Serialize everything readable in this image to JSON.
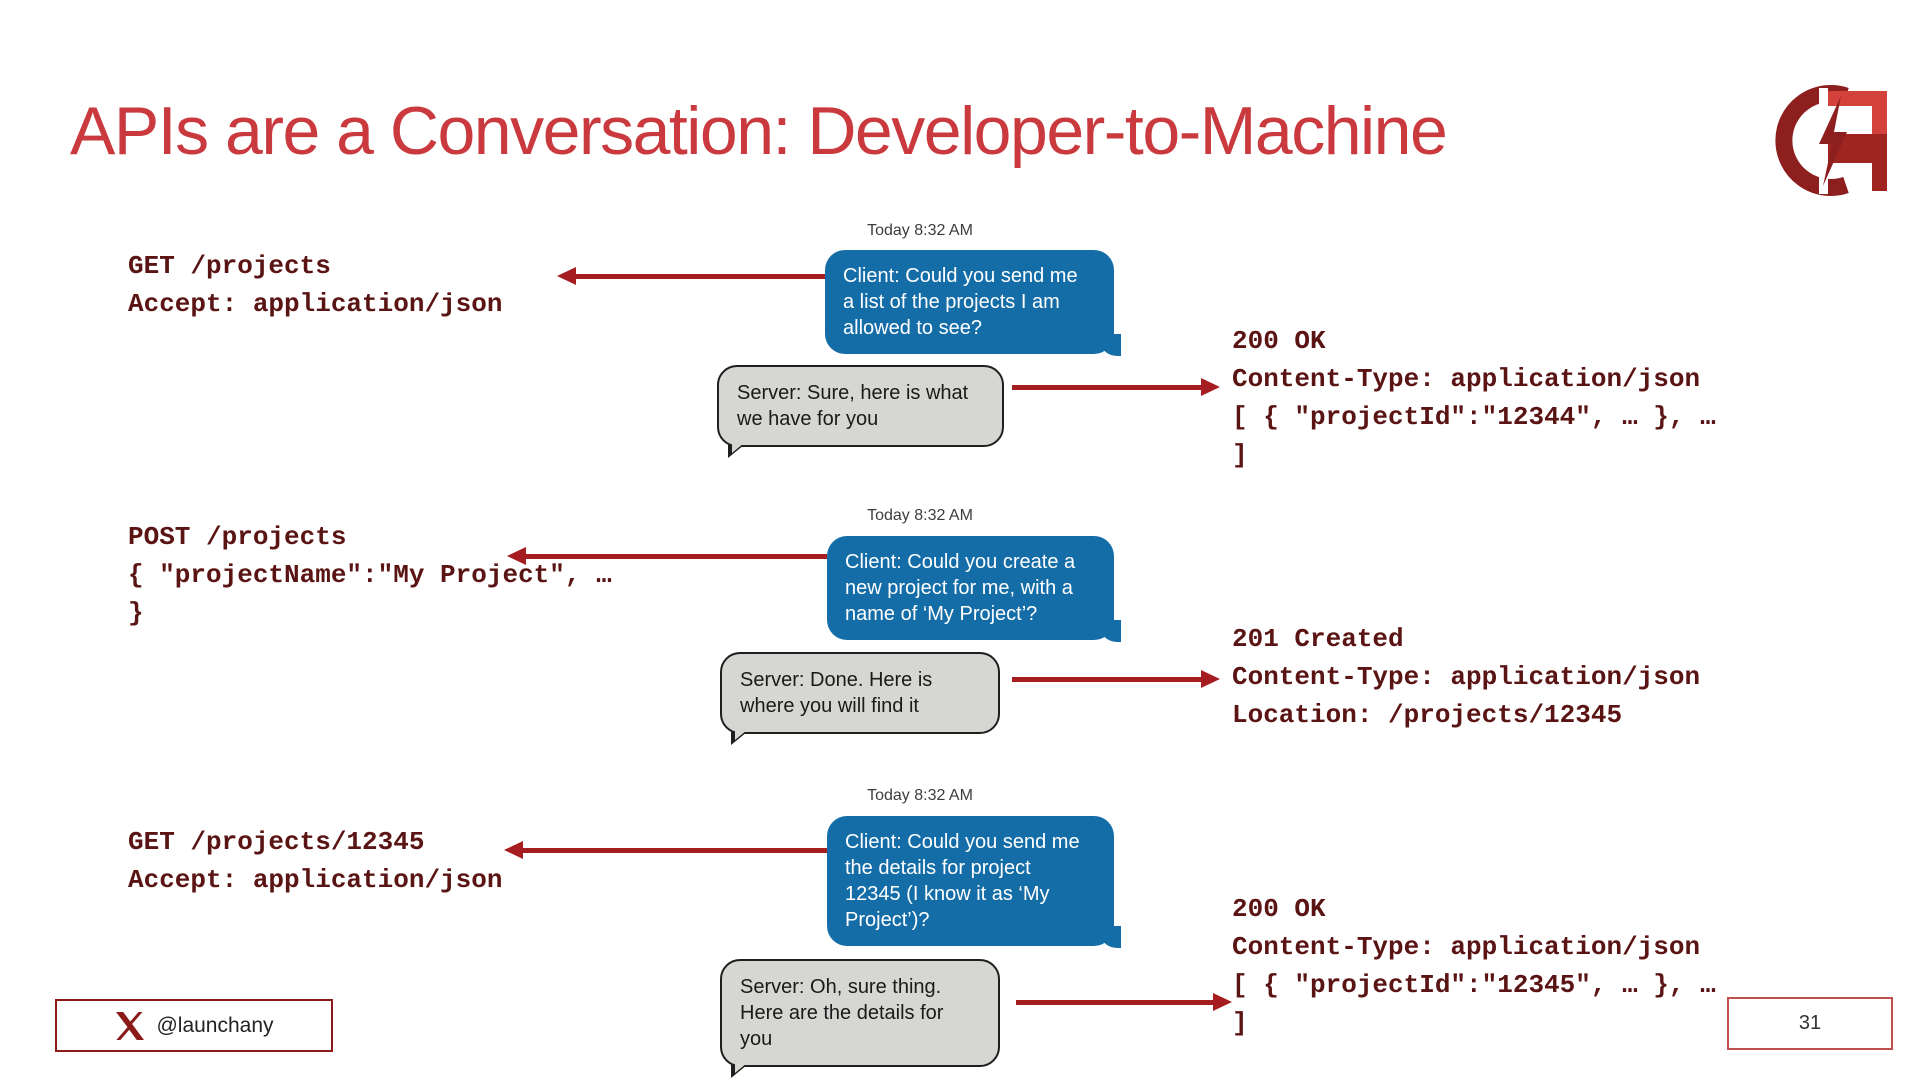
{
  "slide": {
    "title": "APIs are a Conversation: Developer-to-Machine",
    "page_number": "31",
    "twitter_handle": "@launchany"
  },
  "conversations": [
    {
      "timestamp": "Today 8:32 AM",
      "request": "GET /projects\nAccept: application/json",
      "client_message": "Client: Could you send me\na list of the projects I am\nallowed to see?",
      "server_message": "Server: Sure, here is what\nwe have for you",
      "response": "200 OK\nContent-Type: application/json\n[ { \"projectId\":\"12344\", … }, …\n]"
    },
    {
      "timestamp": "Today 8:32 AM",
      "request": "POST /projects\n{ \"projectName\":\"My Project\", …\n}",
      "client_message": "Client: Could you create a\nnew project for me, with a\nname of ‘My Project’?",
      "server_message": "Server: Done. Here is\nwhere you will find it",
      "response": "201 Created\nContent-Type: application/json\nLocation: /projects/12345"
    },
    {
      "timestamp": "Today 8:32 AM",
      "request": "GET /projects/12345\nAccept: application/json",
      "client_message": "Client: Could you send me\nthe details for project\n12345 (I know it as ‘My\nProject’)?",
      "server_message": "Server: Oh, sure thing.\nHere are the details for\nyou",
      "response": "200 OK\nContent-Type: application/json\n[ { \"projectId\":\"12345\", … }, …\n]"
    }
  ],
  "icons": {
    "logo": "launchany-logo",
    "x_logo": "x-twitter-icon"
  },
  "colors": {
    "title": "#C9393D",
    "code": "#5A1414",
    "arrow": "#A51D20",
    "client_bubble": "#156DA8",
    "server_bubble": "#D6D6D3",
    "server_border": "#1F1F1F",
    "footer_border": "#8B1B1B",
    "page_border": "#C0504D"
  }
}
